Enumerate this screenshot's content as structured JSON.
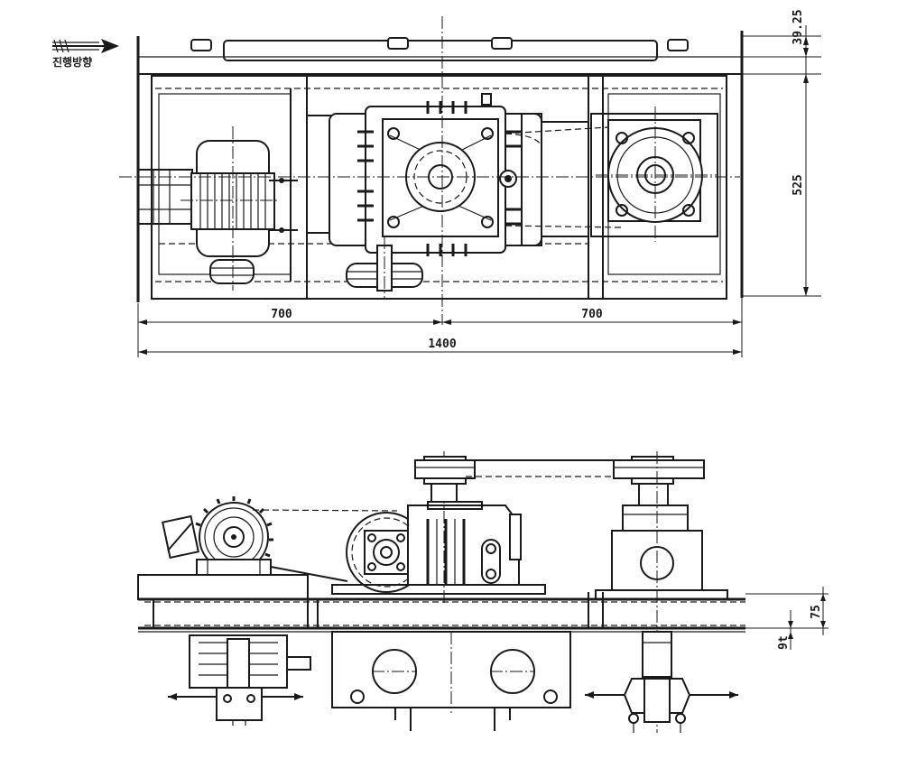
{
  "drawing": {
    "direction_label": "진행방향",
    "top_view": {
      "dimensions": {
        "left_half": "700",
        "right_half": "700",
        "overall_length": "1400",
        "overall_width": "525",
        "rail_offset": "39.25"
      }
    },
    "side_view": {
      "dimensions": {
        "frame_height": "75",
        "flange": "9t"
      }
    }
  }
}
